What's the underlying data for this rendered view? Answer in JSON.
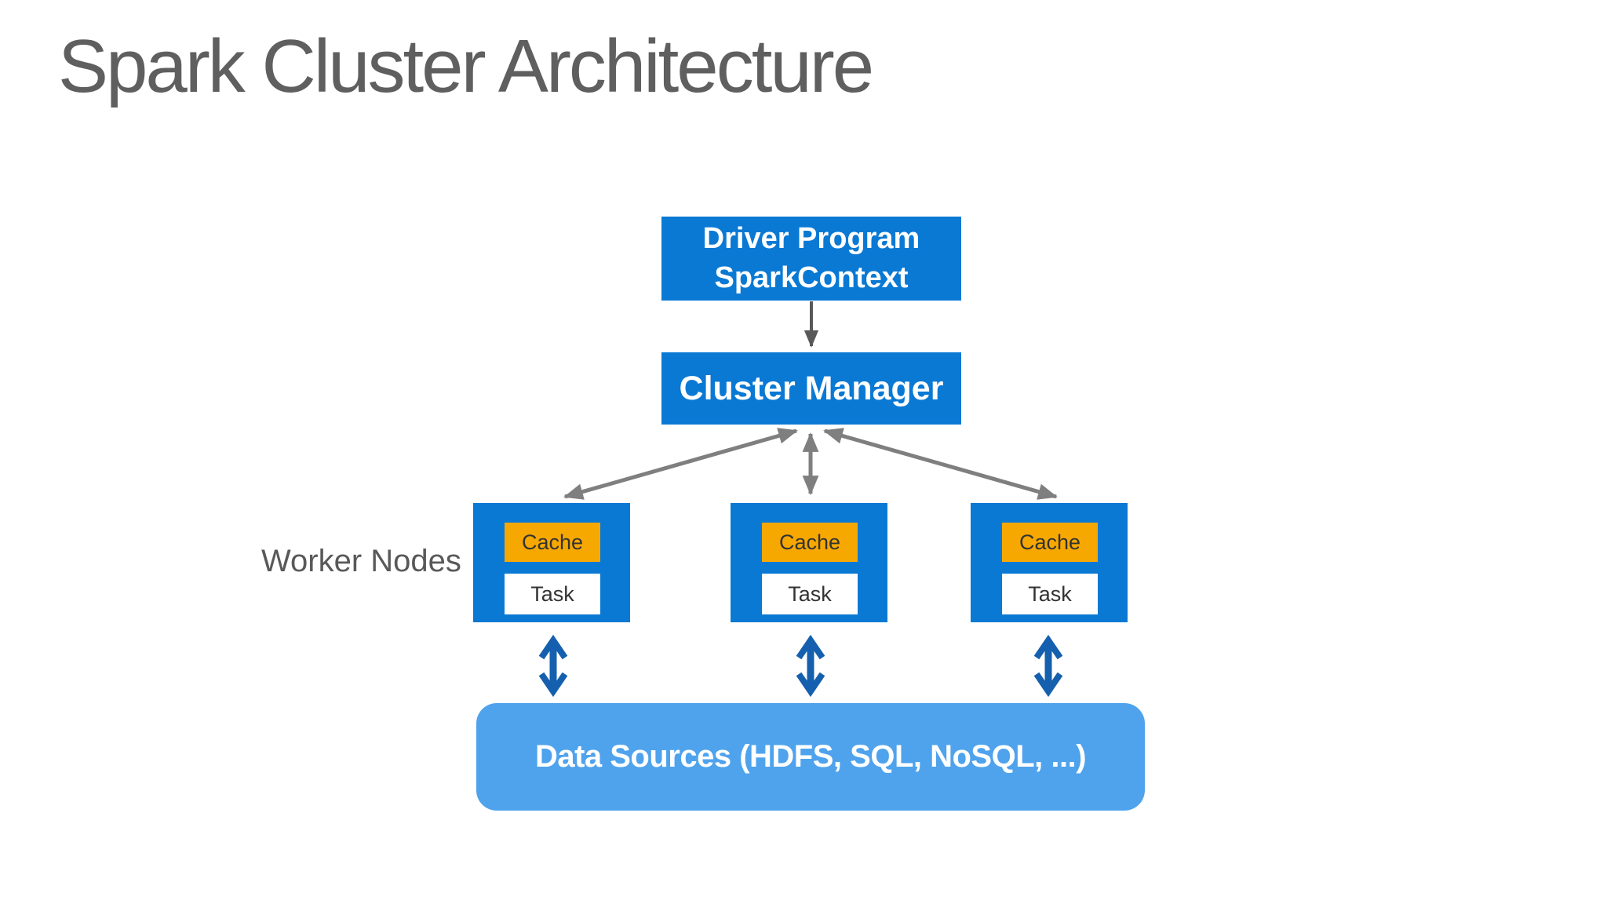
{
  "slide": {
    "title": "Spark Cluster Architecture"
  },
  "diagram": {
    "driver": {
      "line1": "Driver Program",
      "line2": "SparkContext"
    },
    "cluster_manager": {
      "label": "Cluster Manager"
    },
    "workers_label": "Worker Nodes",
    "workers": [
      {
        "cache": "Cache",
        "task": "Task"
      },
      {
        "cache": "Cache",
        "task": "Task"
      },
      {
        "cache": "Cache",
        "task": "Task"
      }
    ],
    "data_sources": {
      "label": "Data Sources (HDFS, SQL, NoSQL, ...)"
    }
  },
  "colors": {
    "box_blue": "#0a79d4",
    "light_blue": "#4fa3ed",
    "orange": "#f7a800",
    "title_gray": "#5f5f5f",
    "label_gray": "#595959",
    "dark_text": "#333333",
    "arrow_gray": "#7f7f7f",
    "arrow_dark_gray": "#595959",
    "arrow_blue": "#1560ae",
    "white": "#ffffff"
  }
}
